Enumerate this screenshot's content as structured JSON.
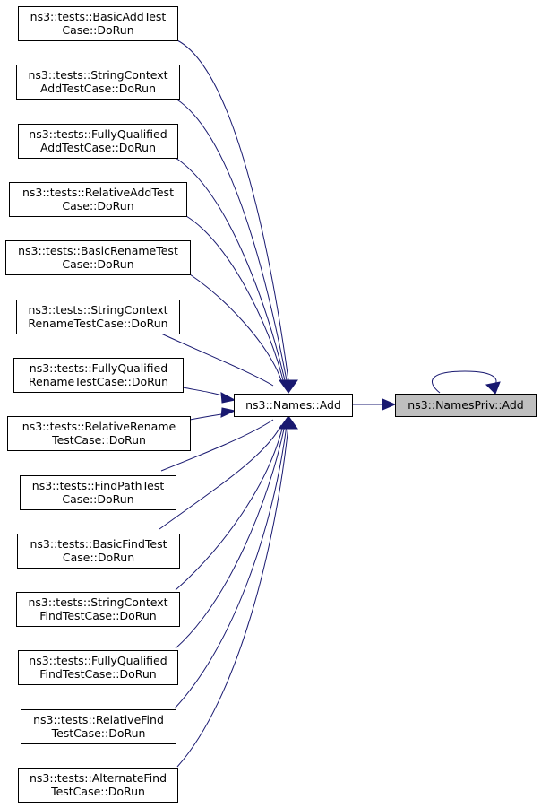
{
  "nodes": {
    "target": {
      "lines": [
        "ns3::NamesPriv::Add"
      ]
    },
    "hub": {
      "lines": [
        "ns3::Names::Add"
      ]
    },
    "callers": [
      {
        "id": "basic-add",
        "lines": [
          "ns3::tests::BasicAddTest",
          "Case::DoRun"
        ]
      },
      {
        "id": "string-context-add",
        "lines": [
          "ns3::tests::StringContext",
          "AddTestCase::DoRun"
        ]
      },
      {
        "id": "fully-qualified-add",
        "lines": [
          "ns3::tests::FullyQualified",
          "AddTestCase::DoRun"
        ]
      },
      {
        "id": "relative-add",
        "lines": [
          "ns3::tests::RelativeAddTest",
          "Case::DoRun"
        ]
      },
      {
        "id": "basic-rename",
        "lines": [
          "ns3::tests::BasicRenameTest",
          "Case::DoRun"
        ]
      },
      {
        "id": "string-context-rename",
        "lines": [
          "ns3::tests::StringContext",
          "RenameTestCase::DoRun"
        ]
      },
      {
        "id": "fully-qualified-rename",
        "lines": [
          "ns3::tests::FullyQualified",
          "RenameTestCase::DoRun"
        ]
      },
      {
        "id": "relative-rename",
        "lines": [
          "ns3::tests::RelativeRename",
          "TestCase::DoRun"
        ]
      },
      {
        "id": "find-path",
        "lines": [
          "ns3::tests::FindPathTest",
          "Case::DoRun"
        ]
      },
      {
        "id": "basic-find",
        "lines": [
          "ns3::tests::BasicFindTest",
          "Case::DoRun"
        ]
      },
      {
        "id": "string-context-find",
        "lines": [
          "ns3::tests::StringContext",
          "FindTestCase::DoRun"
        ]
      },
      {
        "id": "fully-qualified-find",
        "lines": [
          "ns3::tests::FullyQualified",
          "FindTestCase::DoRun"
        ]
      },
      {
        "id": "relative-find",
        "lines": [
          "ns3::tests::RelativeFind",
          "TestCase::DoRun"
        ]
      },
      {
        "id": "alternate-find",
        "lines": [
          "ns3::tests::AlternateFind",
          "TestCase::DoRun"
        ]
      }
    ]
  },
  "colors": {
    "edge": "#191970",
    "target_fill": "#bfbfbf",
    "node_fill": "#ffffff",
    "node_border": "#000000"
  }
}
